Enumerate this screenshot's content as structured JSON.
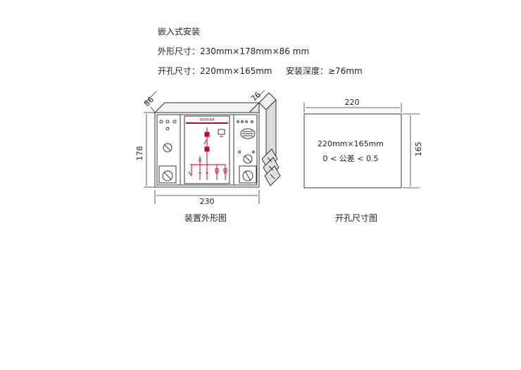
{
  "specs": {
    "title": "嵌入式安装",
    "outline": "外形尺寸：230mm×178mm×86 mm",
    "cutout": "开孔尺寸：220mm×165mm",
    "depth": "安装深度：≥76mm"
  },
  "left_figure": {
    "dim_depth_top": "86",
    "dim_depth_side": "76",
    "dim_height": "178",
    "dim_width": "230",
    "caption": "装置外形图",
    "panel_title": "智能操控装置"
  },
  "right_figure": {
    "dim_width": "220",
    "dim_height": "165",
    "size_text": "220mm×165mm",
    "tolerance_text": "0 < 公差 < 0.5",
    "caption": "开孔尺寸图"
  },
  "colors": {
    "line": "#333333",
    "accent_red": "#d0021b"
  }
}
